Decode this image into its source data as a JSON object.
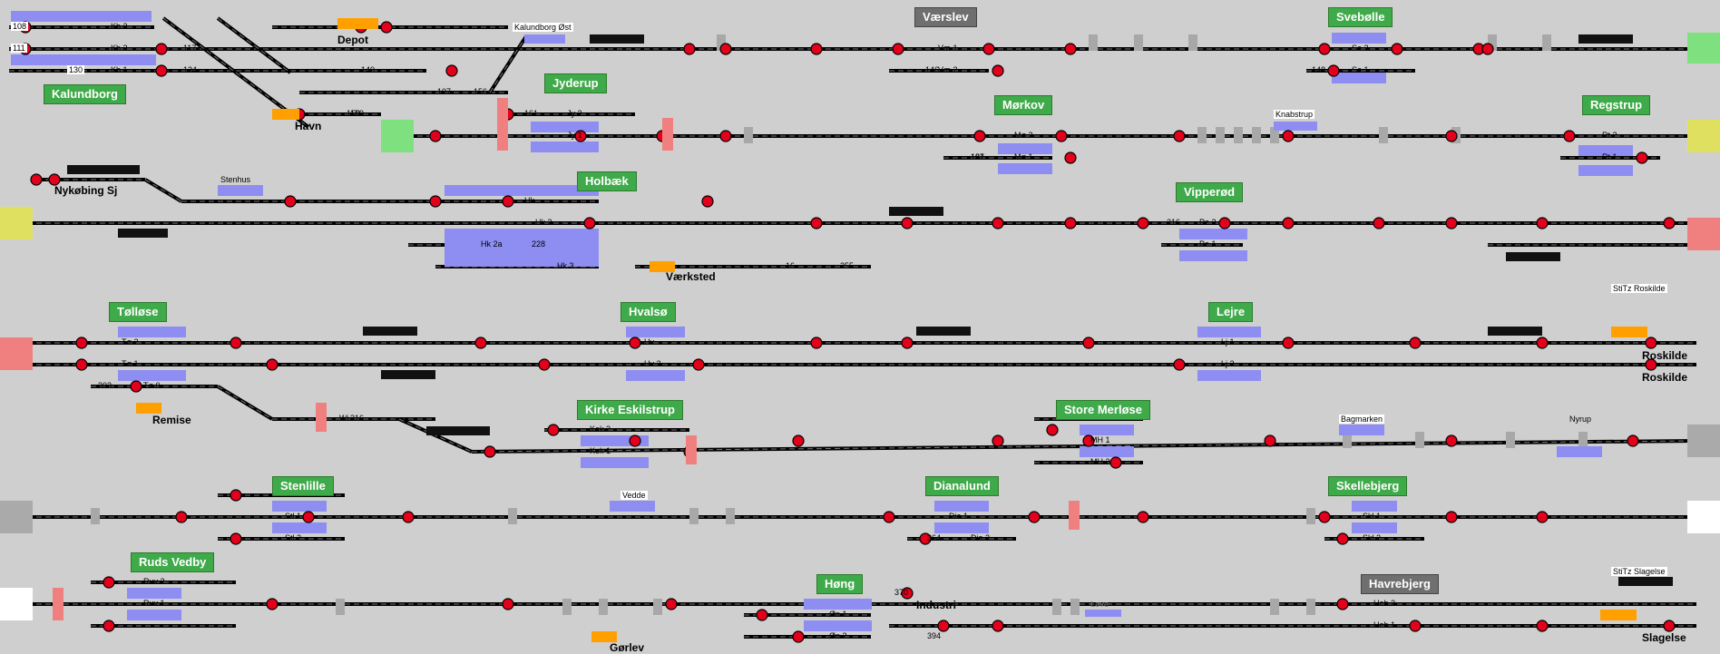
{
  "colors": {
    "background": "#cfcfcf",
    "track": "#000000",
    "station_label_bg": "#3faa49",
    "station_label_grey_bg": "#6f6f6f",
    "platform": "#8d8df2",
    "signal_red": "#e3001b",
    "depot_orange": "#ffa000",
    "end_yellow": "#e0e060",
    "end_green": "#7ee07e",
    "end_red": "#f08080",
    "end_grey": "#aaaaaa",
    "end_white": "#ffffff",
    "block_grey": "#a8a8a8"
  },
  "stations": {
    "kalundborg": "Kalundborg",
    "depot": "Depot",
    "havn": "Havn",
    "kalundborg_ost": "Kalundborg Øst",
    "jyderup": "Jyderup",
    "vaerslev": "Værslev",
    "svebolle": "Svebølle",
    "morkov": "Mørkov",
    "knabstrup": "Knabstrup",
    "regstrup": "Regstrup",
    "nykobing": "Nykøbing Sj",
    "stenhus": "Stenhus",
    "holbaek": "Holbæk",
    "vipperod": "Vipperød",
    "vaerksted": "Værksted",
    "tollose": "Tølløse",
    "hvalso": "Hvalsø",
    "lejre": "Lejre",
    "roskilde_a": "Roskilde",
    "roskilde_b": "Roskilde",
    "stitz_roskilde": "StiTz Roskilde",
    "remise": "Remise",
    "kirke_eskilstrup": "Kirke Eskilstrup",
    "store_merlose": "Store Merløse",
    "bagmarken": "Bagmarken",
    "nyrup": "Nyrup",
    "stenlille": "Stenlille",
    "vedde": "Vedde",
    "dianalund": "Dianalund",
    "skellebjerg": "Skellebjerg",
    "ruds_vedby": "Ruds Vedby",
    "hong": "Høng",
    "industri": "Industri",
    "love": "Løve",
    "havrebjerg": "Havrebjerg",
    "stitz_slagelse": "StiTz Slagelse",
    "slagelse": "Slagelse",
    "gorlev": "Gørlev"
  },
  "tracks": {
    "kb3": "Kb 3",
    "kb2": "Kb 2",
    "kb1": "Kb 1",
    "jy2": "Jy 2",
    "jy1": "Jy 1",
    "vae1": "Væ 1",
    "vae2": "Væ 2",
    "se2": "Se 2",
    "se1": "Se 1",
    "mo2": "Mø 2",
    "mo1": "Mø 1",
    "rt2": "Rt 2",
    "rt1": "Rt 1",
    "hk": "Hk",
    "hk2": "Hk 2",
    "hk2a": "Hk 2a",
    "hk3": "Hk 3",
    "pe2": "Pe 2",
    "pe1": "Pe 1",
    "tø2": "Tø 2",
    "tø1": "Tø 1",
    "tø0": "Tø 0",
    "hv": "Hv",
    "hv2": "Hv 2",
    "lj1": "Lj 1",
    "lj2": "Lj 2",
    "kek2": "Kek 2",
    "kek1": "Kek 1",
    "mh1": "MH 1",
    "mh2": "MH 2",
    "sti1": "Stl 1",
    "sti2": "Stl 2",
    "dia1": "Dia 1",
    "dia2": "Dia 2",
    "skl1": "Skl 1",
    "skl2": "Skl 2",
    "ruv2": "Ruv 2",
    "ruv1": "Ruv 1",
    "on1": "Øn 1",
    "on2": "Øn 2",
    "heb2": "Heb 2",
    "heb1": "Heb 1",
    "wi": "Wi"
  },
  "numbers": {
    "n108": "108",
    "n111": "111",
    "n130": "130",
    "n117": "117",
    "n134": "134",
    "n156": "156",
    "n158": "158",
    "n107": "107",
    "n140": "140",
    "n146": "146",
    "n148": "148",
    "n159": "159",
    "n161": "161",
    "n181": "181",
    "n187": "187",
    "n216": "216",
    "n228": "228",
    "n255": "255",
    "n16": "16",
    "n303": "303",
    "n316": "316",
    "n370": "370",
    "n364": "364",
    "n394": "394"
  }
}
